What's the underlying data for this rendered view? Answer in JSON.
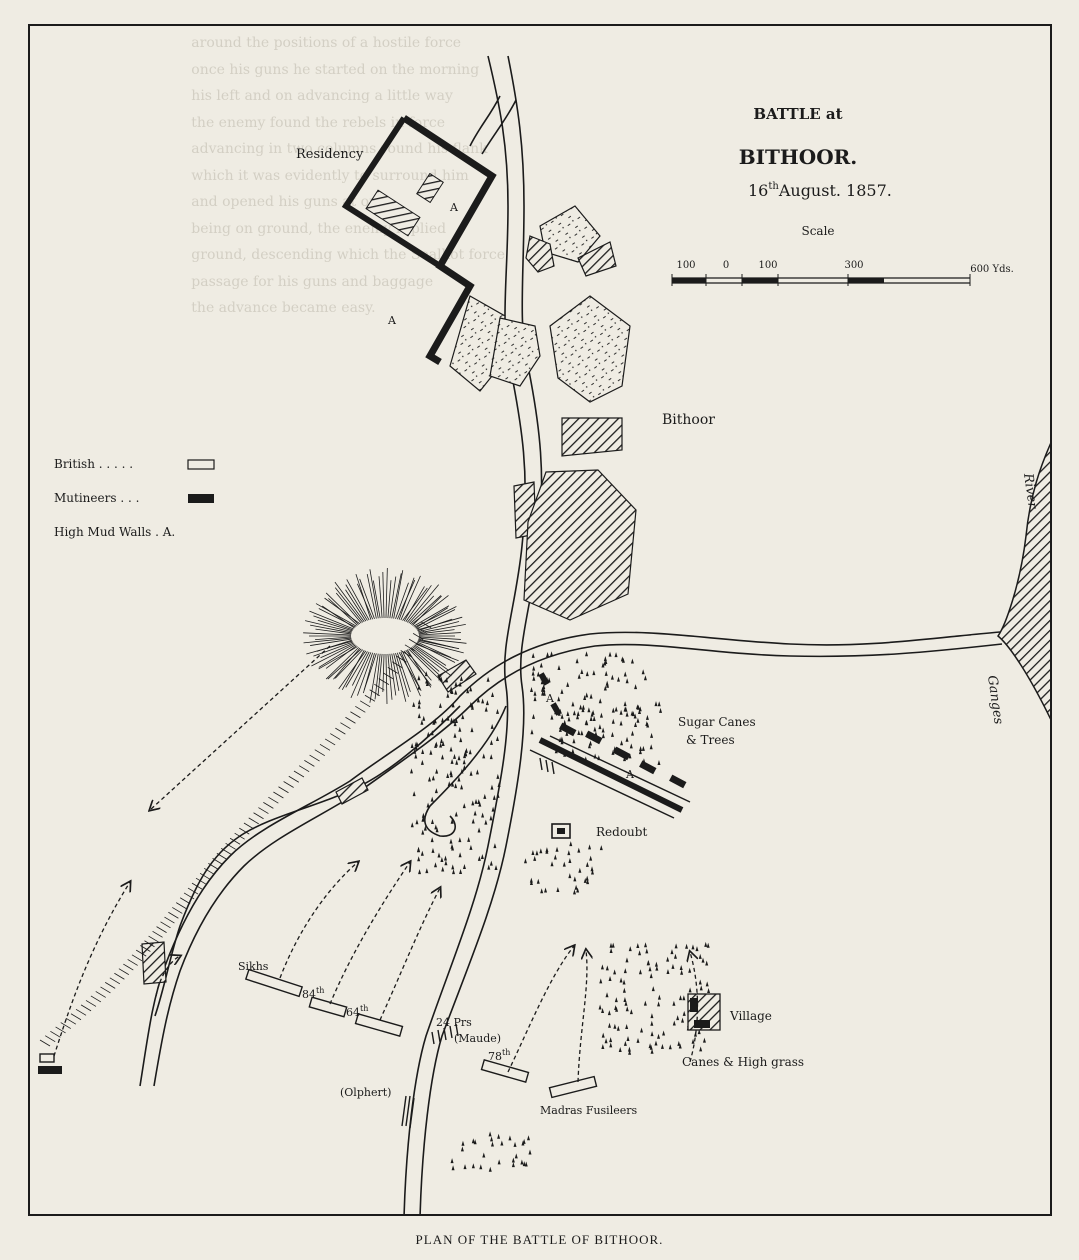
{
  "title": {
    "line1": "BATTLE at",
    "line2": "BITHOOR.",
    "date_day": "16",
    "date_suffix": "th",
    "date_rest": "August. 1857."
  },
  "scale": {
    "label": "Scale",
    "ticks": [
      "100",
      "0",
      "100",
      "300",
      "600 Yds."
    ]
  },
  "legend": {
    "british": "British . . . . .",
    "mutineers": "Mutineers . . .",
    "mud_walls": "High Mud Walls . A."
  },
  "places": {
    "residency": "Residency",
    "bithoor": "Bithoor",
    "river": "River",
    "ganges": "Ganges",
    "sugar_canes_1": "Sugar Canes",
    "sugar_canes_2": "& Trees",
    "redoubt": "Redoubt",
    "village": "Village",
    "canes_grass": "Canes & High grass",
    "wall_a": "A"
  },
  "troops": {
    "sikhs": "Sikhs",
    "r84": "84",
    "r64": "64",
    "r78": "78",
    "th": "th",
    "guns": "24 Prs",
    "maude": "(Maude)",
    "olphert": "(Olphert)",
    "madras": "Madras Fusileers"
  },
  "caption": "PLAN OF THE BATTLE OF BITHOOR.",
  "colors": {
    "ink": "#1b1b1b",
    "paper": "#efece3",
    "ghost_text": "#bdb8ab"
  }
}
